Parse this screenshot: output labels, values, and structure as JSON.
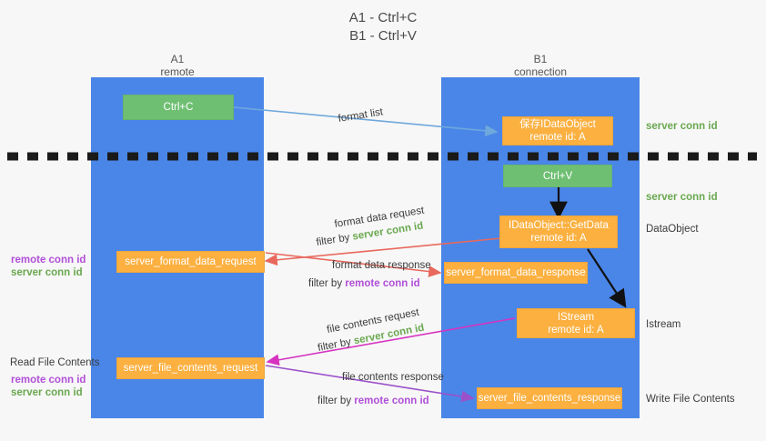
{
  "title": {
    "line1": "A1 - Ctrl+C",
    "line2": "B1 - Ctrl+V"
  },
  "lanes": [
    {
      "name": "A1",
      "role": "remote"
    },
    {
      "name": "B1",
      "role": "connection"
    }
  ],
  "boxes": {
    "ctrl_c": {
      "label": "Ctrl+C",
      "color": "#6fbf73"
    },
    "ctrl_v": {
      "label": "Ctrl+V",
      "color": "#6fbf73"
    },
    "save_idataobject": {
      "line1": "保存IDataObject",
      "line2": "remote id: A",
      "color": "#fbb040"
    },
    "getdata": {
      "line1": "IDataObject::GetData",
      "line2": "remote id: A",
      "color": "#fbb040"
    },
    "istream": {
      "line1": "IStream",
      "line2": "remote id: A",
      "color": "#fbb040"
    },
    "server_format_data_request": {
      "label": "server_format_data_request",
      "color": "#fbb040"
    },
    "server_format_data_response": {
      "label": "server_format_data_response",
      "color": "#fbb040"
    },
    "server_file_contents_request": {
      "label": "server_file_contents_request",
      "color": "#fbb040"
    },
    "server_file_contents_response": {
      "label": "server_file_contents_response",
      "color": "#fbb040"
    }
  },
  "edges": {
    "format_list": "format list",
    "format_data_request": "format data request",
    "format_data_request_filter_prefix": "filter by",
    "format_data_request_filter_key": "server conn id",
    "format_data_response": "format data response",
    "format_data_response_filter_prefix": "filter by",
    "format_data_response_filter_key": "remote conn id",
    "file_contents_request": "file contents request",
    "file_contents_request_filter_prefix": "filter by",
    "file_contents_request_filter_key": "server conn id",
    "file_contents_response": "file contents response",
    "file_contents_response_filter_prefix": "filter by",
    "file_contents_response_filter_key": "remote conn id"
  },
  "right_labels": {
    "server_conn_id_top": "server conn id",
    "server_conn_id_mid": "server conn id",
    "dataobject": "DataObject",
    "istream": "Istream",
    "write_file_contents": "Write File Contents"
  },
  "left_labels": {
    "remote_conn_id_1": "remote conn id",
    "server_conn_id_1": "server conn id",
    "read_file_contents": "Read File Contents",
    "remote_conn_id_2": "remote conn id",
    "server_conn_id_2": "server conn id"
  },
  "colors": {
    "lane": "#4a86e8",
    "green_text": "#6aa84f",
    "purple_text": "#b14fd8",
    "orange_box": "#fbb040",
    "green_box": "#6fbf73",
    "arrow_blue": "#6fa8dc",
    "arrow_red": "#e8685d",
    "arrow_magenta": "#d633c0",
    "arrow_purple": "#9b51c9",
    "arrow_black": "#111111",
    "divider": "#1a1a1a"
  }
}
